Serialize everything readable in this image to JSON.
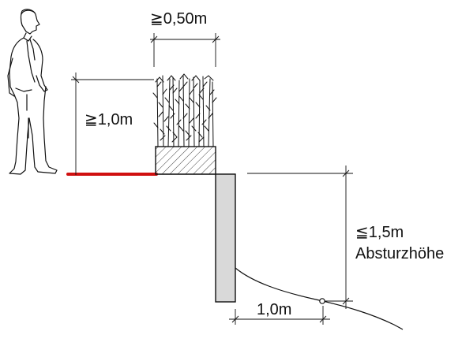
{
  "labels": {
    "planter_width": "≧0,50m",
    "barrier_height": "≧1,0m",
    "fall_height_value": "≦1,5m",
    "fall_height_word": "Absturzhöhe",
    "horizontal_distance": "1,0m"
  },
  "colors": {
    "line": "#111111",
    "walkway_edge": "#d01010",
    "wall_fill": "#d9d9d9",
    "background": "#ffffff"
  },
  "icons": {
    "person": "standing-man-figure",
    "plants": "hedge-plants",
    "planter": "hatched-concrete-planter",
    "marker": "point-marker"
  }
}
